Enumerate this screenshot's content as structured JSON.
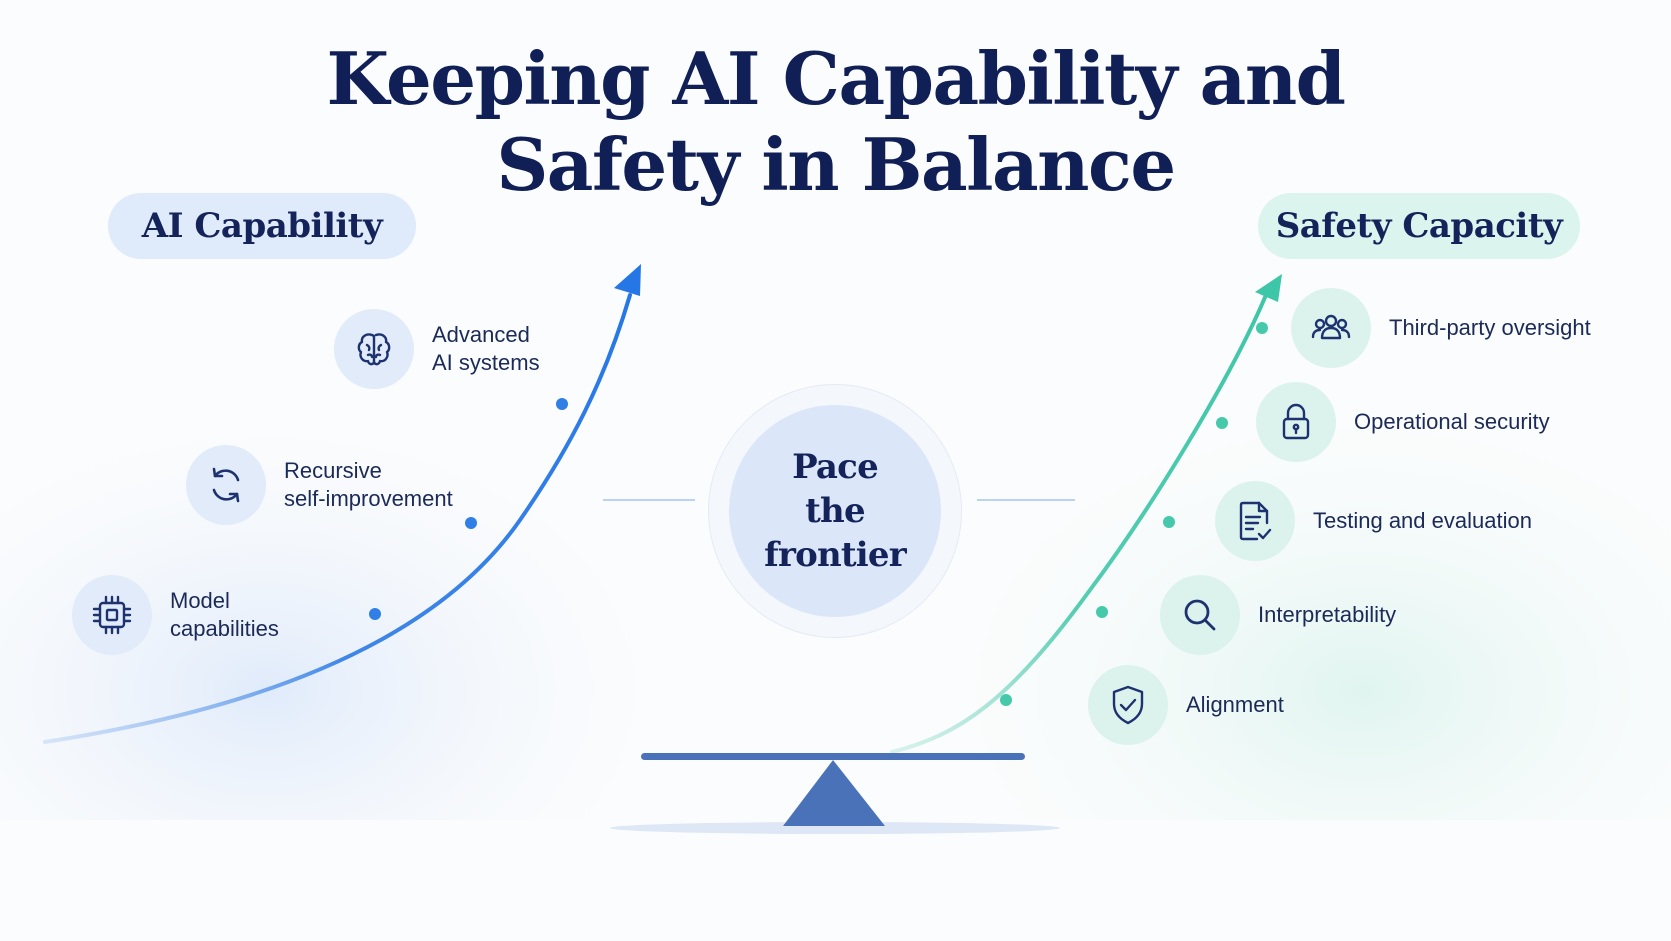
{
  "title": {
    "line1": "Keeping AI Capability and",
    "line2": "Safety in Balance"
  },
  "left_panel": {
    "label": "AI Capability",
    "color": "#2f7fe6",
    "items": [
      {
        "label": "Advanced\nAI systems",
        "icon": "brain-icon"
      },
      {
        "label": "Recursive\nself-improvement",
        "icon": "refresh-cycle-icon"
      },
      {
        "label": "Model\ncapabilities",
        "icon": "chip-icon"
      }
    ]
  },
  "right_panel": {
    "label": "Safety Capacity",
    "color": "#3ec6a8",
    "items": [
      {
        "label": "Third-party oversight",
        "icon": "people-group-icon"
      },
      {
        "label": "Operational security",
        "icon": "lock-icon"
      },
      {
        "label": "Testing and evaluation",
        "icon": "document-check-icon"
      },
      {
        "label": "Interpretability",
        "icon": "magnifier-icon"
      },
      {
        "label": "Alignment",
        "icon": "shield-check-icon"
      }
    ]
  },
  "center": {
    "line1": "Pace",
    "line2": "the frontier"
  },
  "colors": {
    "navy": "#14235a",
    "blue_accent": "#2f7fe6",
    "green_accent": "#3ec6a8",
    "fulcrum": "#4a72b8"
  }
}
